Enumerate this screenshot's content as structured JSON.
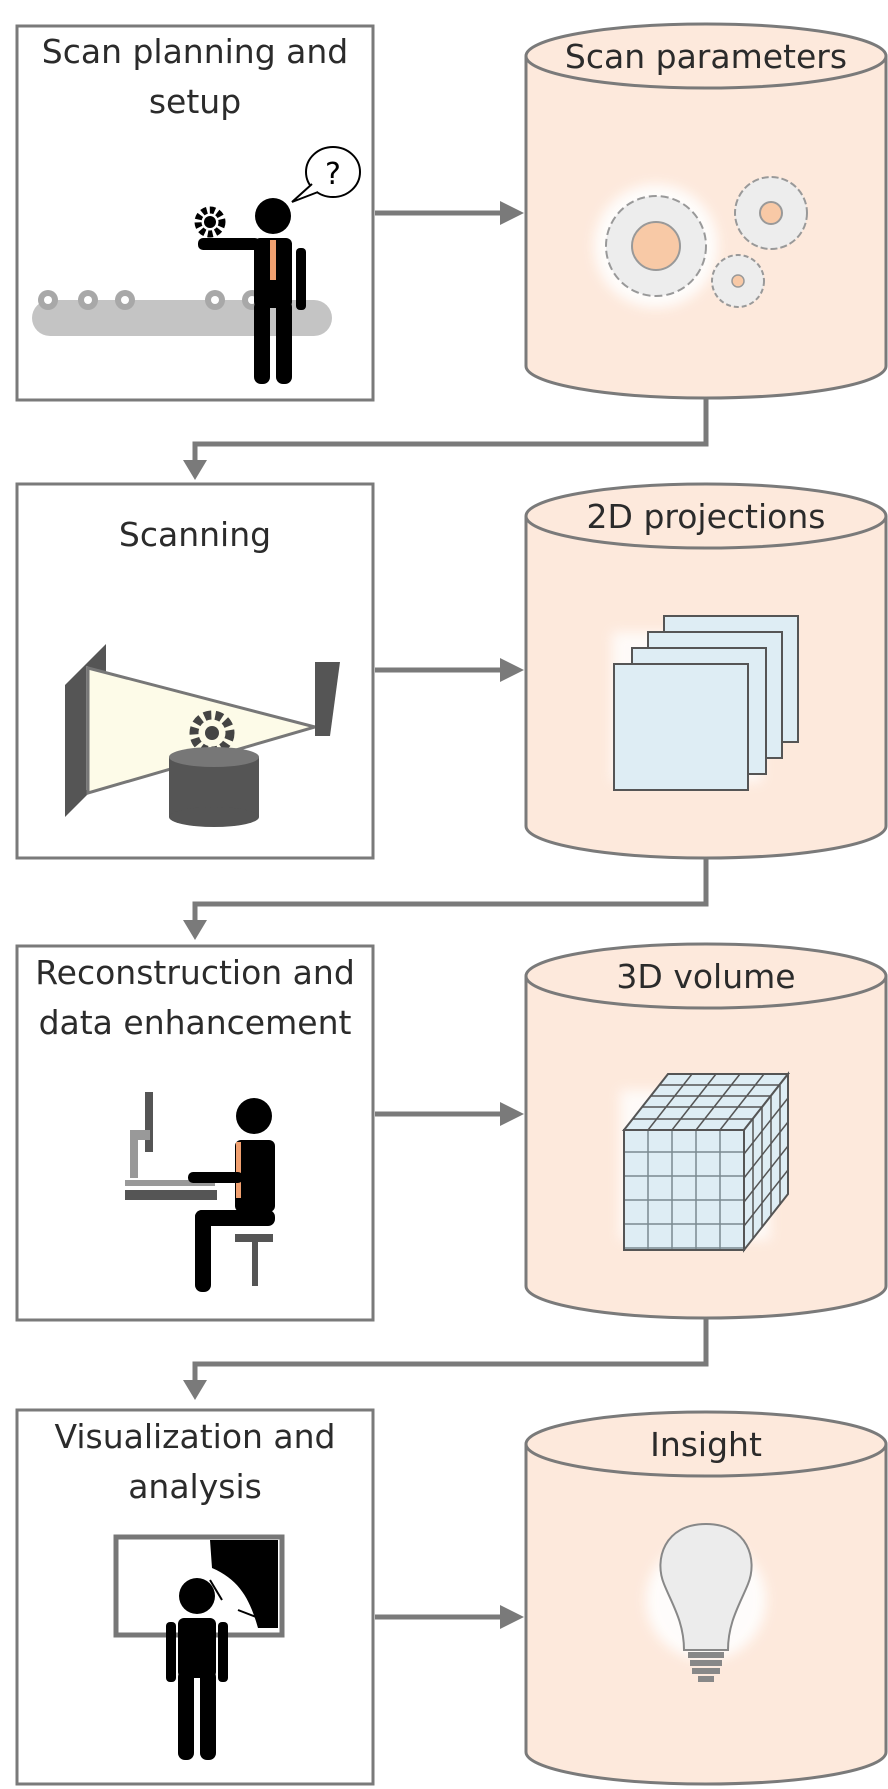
{
  "steps": [
    {
      "label_line1": "Scan planning and",
      "label_line2": "setup",
      "output": "Scan parameters"
    },
    {
      "label_line1": "Scanning",
      "label_line2": "",
      "output": "2D projections"
    },
    {
      "label_line1": "Reconstruction and",
      "label_line2": "data enhancement",
      "output": "3D volume"
    },
    {
      "label_line1": "Visualization and",
      "label_line2": "analysis",
      "output": "Insight"
    }
  ],
  "colors": {
    "box_border": "#7a7a7a",
    "cylinder_fill": "#fde9dc",
    "cylinder_stroke": "#7a7a7a",
    "arrow": "#7a7a7a",
    "projection_fill": "#deedf4",
    "accent_orange": "#f8c9a6"
  },
  "icons": [
    "person-with-gear-icon",
    "gear-cluster-icon",
    "xray-scanner-icon",
    "projection-stack-icon",
    "person-at-computer-icon",
    "voxel-cube-icon",
    "person-at-display-icon",
    "lightbulb-icon"
  ]
}
